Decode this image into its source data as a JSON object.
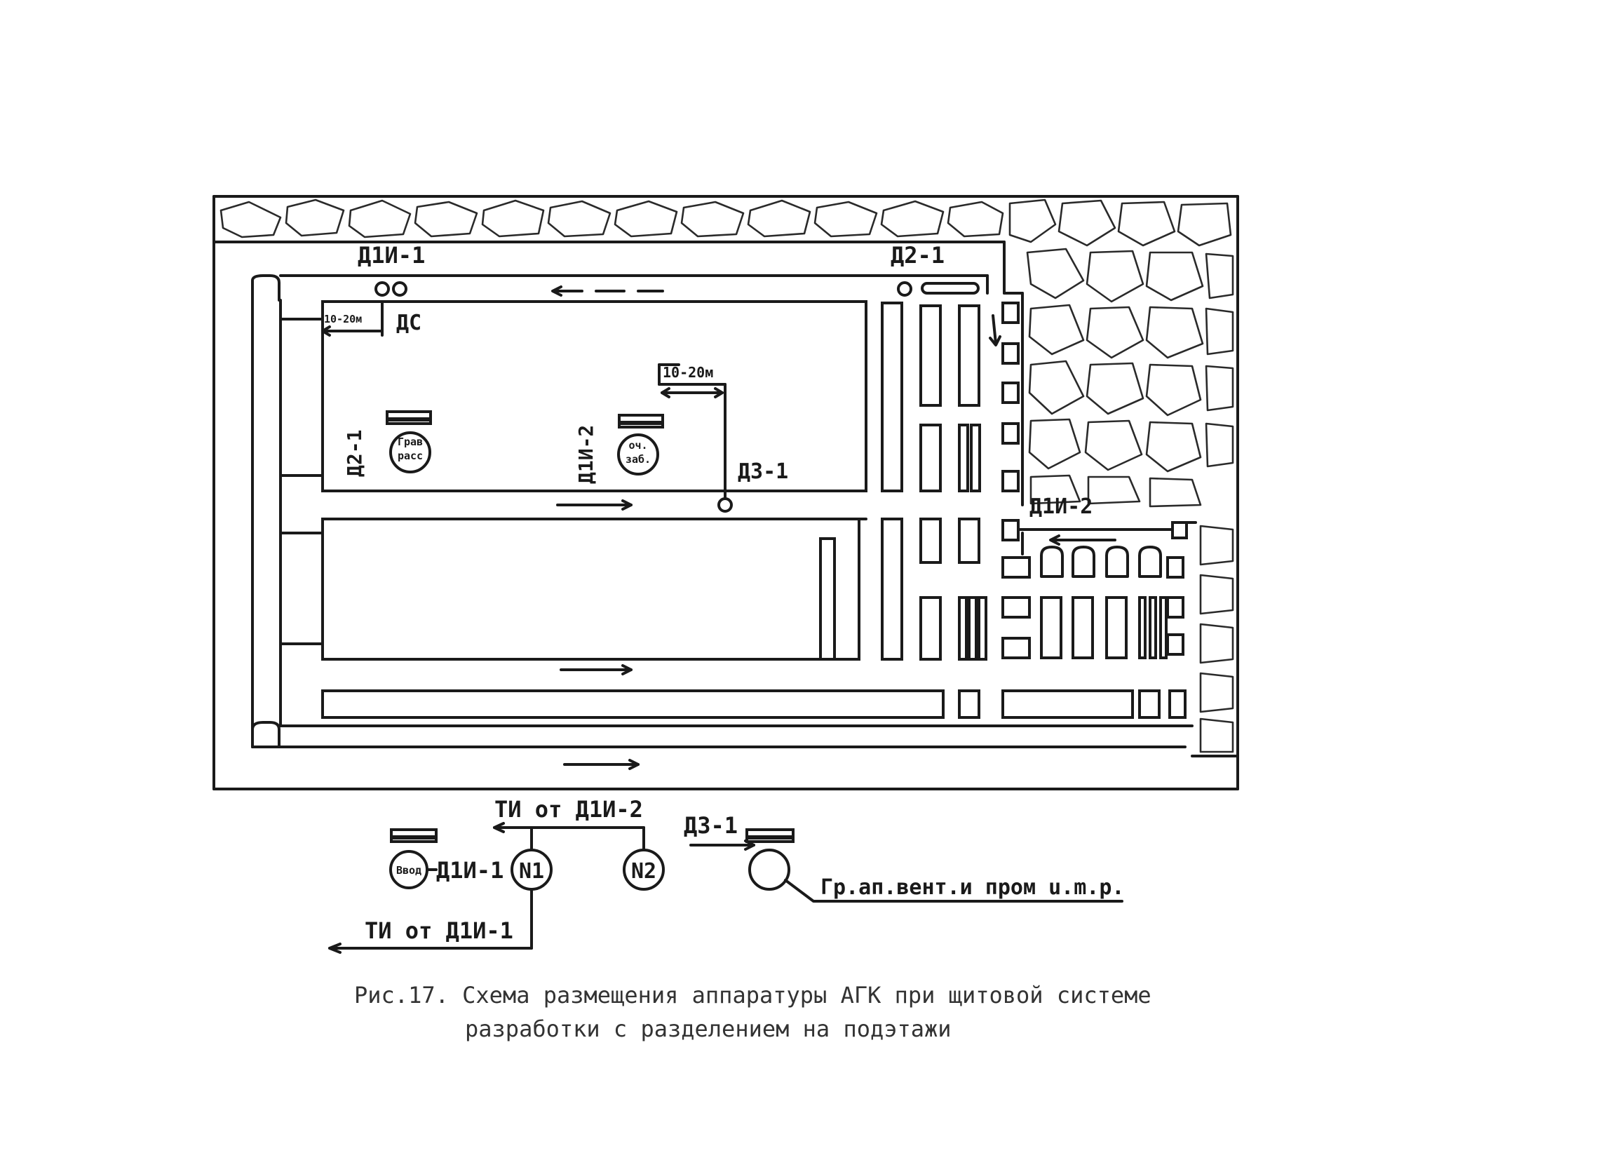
{
  "labels": {
    "d1i1_top": "Д1И-1",
    "d21_top": "Д2-1",
    "ds": "ДС",
    "dim1": "10-20м",
    "dim2": "10-20м",
    "d21_side": "Д2-1",
    "d1i2_side": "Д1И-2",
    "d31": "Д3-1",
    "d1i2_right": "Д1И-2",
    "circle1_line1": "Грав",
    "circle1_line2": "расс",
    "circle2_line1": "оч.",
    "circle2_line2": "заб."
  },
  "schematic": {
    "ti_d1i2": "ТИ от Д1И-2",
    "d31": "Д3-1",
    "vvod": "Ввод",
    "d1i1": "Д1И-1",
    "n1": "N1",
    "n2": "N2",
    "gr_ap": "Гр.ап.вент.и пром u.m.р.",
    "ti_d1i1": "ТИ от Д1И-1"
  },
  "caption": {
    "line1": "Рис.17. Схема размещения аппаратуры АГК при щитовой системе",
    "line2": "разработки с разделением на подэтажи"
  }
}
